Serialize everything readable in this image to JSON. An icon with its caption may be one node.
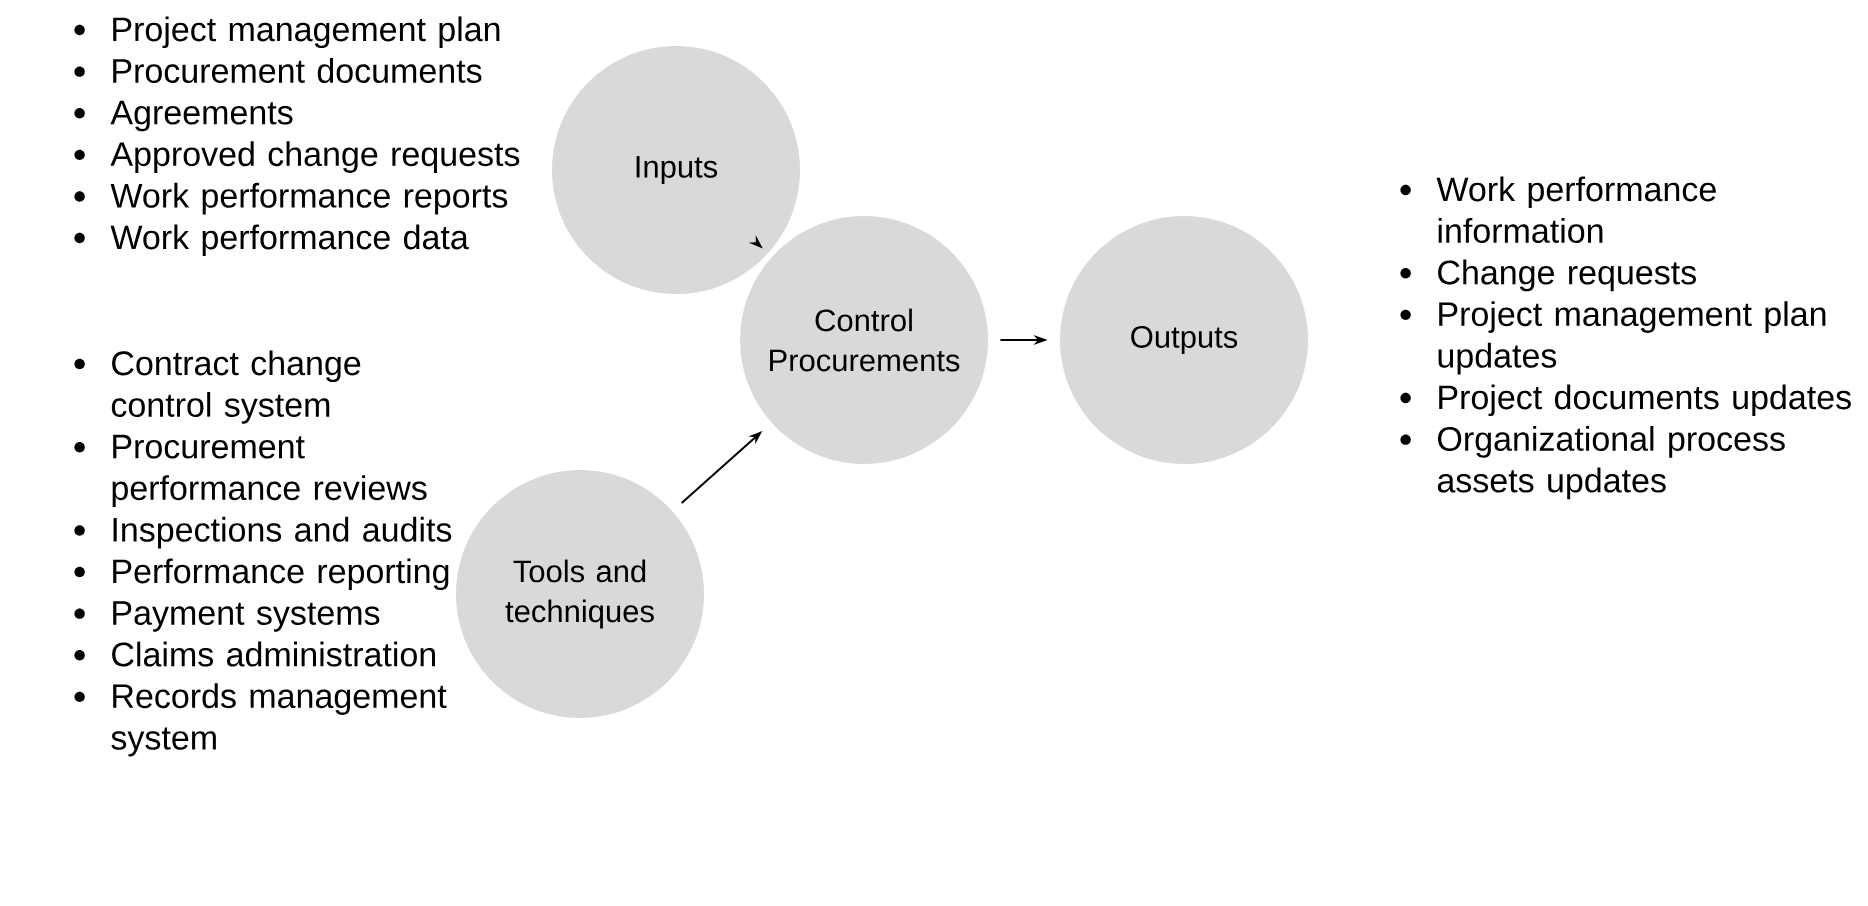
{
  "diagram": {
    "nodes": [
      {
        "text": [
          "Inputs"
        ],
        "beside": [
          "Project management plan",
          "Procurement documents",
          "Agreements",
          "Approved change requests",
          "Work performance reports",
          "Work performance data"
        ]
      },
      {
        "text": [
          "Control Procurements"
        ]
      },
      {
        "text": [
          "Outputs"
        ],
        "beside": [
          "Work performance information",
          "Change requests",
          "Project management plan updates",
          "Project documents updates",
          "Organizational process assets updates"
        ]
      },
      {
        "text": [
          "Tools and techniques"
        ],
        "beside": [
          "Contract change control system",
          "Procurement performance reviews",
          "Inspections and audits",
          "Performance reporting",
          "Payment systems",
          "Claims administration",
          "Records management system"
        ]
      }
    ],
    "edges": [
      {
        "from": 0,
        "to": 1,
        "arrow": "to"
      },
      {
        "from": 3,
        "to": 1,
        "arrow": "to"
      },
      {
        "from": 1,
        "to": 2,
        "arrow": "to"
      }
    ]
  }
}
